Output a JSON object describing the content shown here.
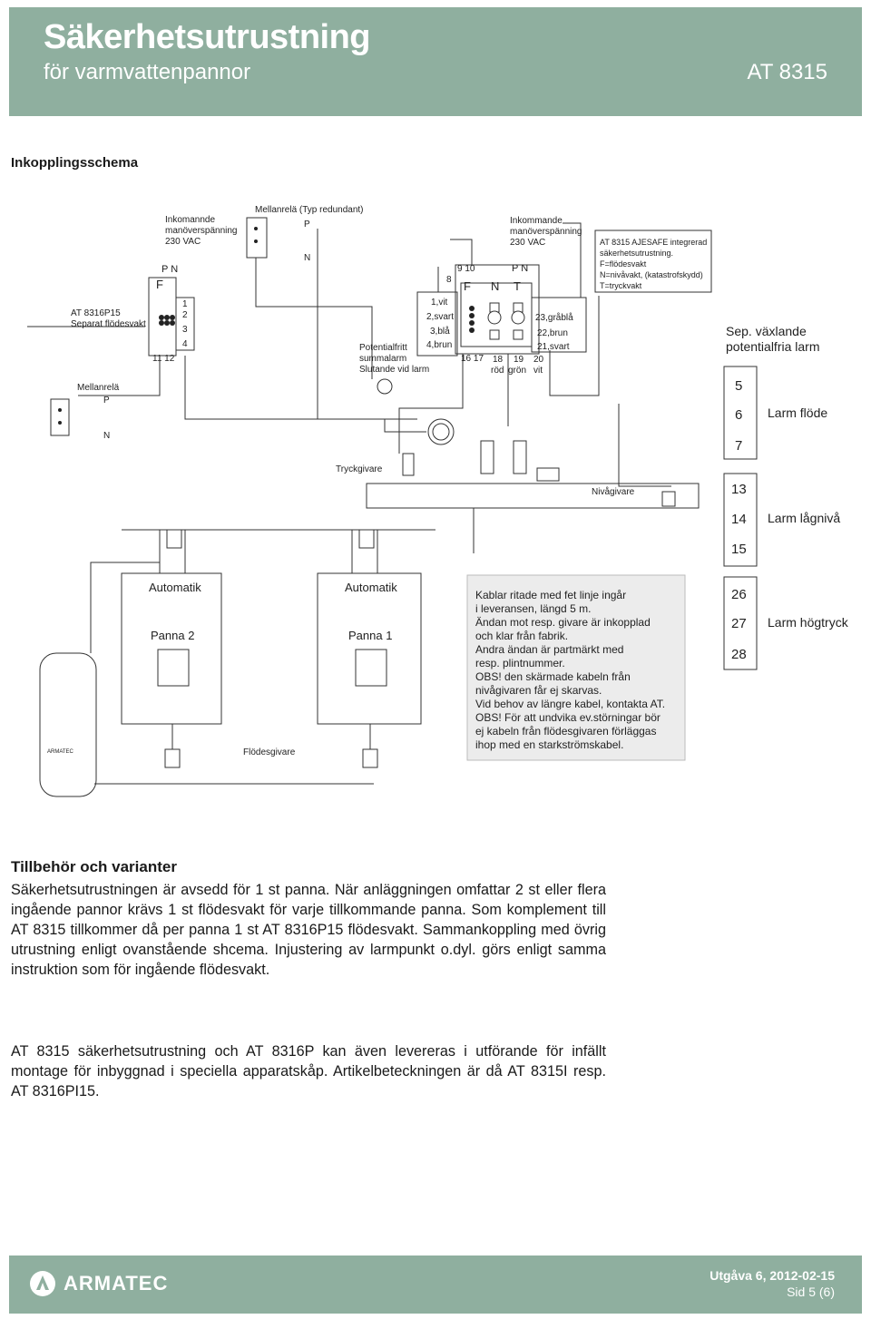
{
  "header": {
    "title": "Säkerhetsutrustning",
    "subtitle": "för varmvattenpannor",
    "product_code": "AT 8315"
  },
  "section_title": "Inkopplingsschema",
  "diagram": {
    "mellanrela_typ": "Mellanrelä (Typ redundant)",
    "mellanrela_P": "P",
    "mellanrela_N": "N",
    "inkommande_left": [
      "Inkomannde",
      "manöverspänning",
      "230 VAC"
    ],
    "left_PN": "P  N",
    "left_F": "F",
    "left_terms": [
      "1",
      "2",
      "3",
      "4"
    ],
    "left_bottom": "11 12",
    "at8316": [
      "AT 8316P15",
      "Separat flödesvakt"
    ],
    "mellanrela2": "Mellanrelä",
    "mellanrela2_P": "P",
    "mellanrela2_N": "N",
    "inkommande_right": [
      "Inkommande",
      "manöverspänning",
      "230 VAC"
    ],
    "term_8": "8",
    "term_9_10": "9  10",
    "right_PN": "P  N",
    "right_FNT": [
      "F",
      "N",
      "T"
    ],
    "wires_left": [
      "1,vit",
      "2,svart",
      "3,blå",
      "4,brun"
    ],
    "wires_right": [
      "23,gråblå",
      "22,brun",
      "21,svart"
    ],
    "term_16_17": "16  17",
    "term_18": "18",
    "term_19": "19",
    "term_20": "20",
    "term_rod": "röd",
    "term_gron": "grön",
    "term_vit": "vit",
    "potentialfritt": [
      "Potentialfritt",
      "summalarm",
      "Slutande vid larm"
    ],
    "ajesafe": [
      "AT 8315 AJESAFE integrerad",
      "säkerhetsutrustning.",
      "F=flödesvakt",
      "N=nivåvakt, (katastrofskydd)",
      "T=tryckvakt"
    ],
    "sep_vaxlande": [
      "Sep. växlande",
      "potentialfria larm"
    ],
    "relay_group1": [
      "5",
      "6",
      "7"
    ],
    "relay_group2": [
      "13",
      "14",
      "15"
    ],
    "relay_group3": [
      "26",
      "27",
      "28"
    ],
    "larm_flode": "Larm flöde",
    "larm_lagniva": "Larm lågnivå",
    "larm_hogtryck": "Larm högtryck",
    "tryckgivare": "Tryckgivare",
    "nivagivare": "Nivågivare",
    "flodesgivare": "Flödesgivare",
    "panna2_auto": "Automatik",
    "panna2_name": "Panna 2",
    "panna1_auto": "Automatik",
    "panna1_name": "Panna 1",
    "note_lines": [
      "Kablar ritade med fet linje ingår",
      "i leveransen, längd 5 m.",
      "Ändan mot resp. givare är inkopplad",
      "och klar från fabrik.",
      "Andra ändan är partmärkt med",
      "resp. plintnummer.",
      "OBS! den skärmade kabeln från",
      "nivågivaren får ej skarvas.",
      "Vid behov av längre kabel, kontakta AT.",
      "OBS! För att undvika ev.störningar bör",
      "ej kabeln från flödesgivaren förläggas",
      "ihop med en starkströmskabel."
    ],
    "tank_brand": "ARMATEC"
  },
  "accessories": {
    "title": "Tillbehör och varianter",
    "p1": "Säkerhetsutrustningen är avsedd för 1 st panna. När anläggningen omfattar 2 st eller flera ingående pannor krävs 1 st flödesvakt för varje tillkommande panna. Som komplement till AT 8315 tillkommer då per panna 1 st AT 8316P15 flödesvakt. Sammankoppling med övrig utrustning enligt ovanstående shcema. Injustering av larmpunkt o.dyl. görs enligt samma instruktion som för ingående flödesvakt.",
    "p2": "AT 8315 säkerhetsutrustning och AT 8316P kan även levereras i utförande för infällt montage för inbyggnad i speciella apparatskåp. Artikelbeteckningen är då AT 8315I resp. AT 8316PI15."
  },
  "footer": {
    "logo": "ARMATEC",
    "edition": "Utgåva 6, 2012-02-15",
    "page": "Sid  5 (6)"
  },
  "colors": {
    "band": "#8faf9f",
    "note_box": "#ececec",
    "line": "#333333"
  }
}
